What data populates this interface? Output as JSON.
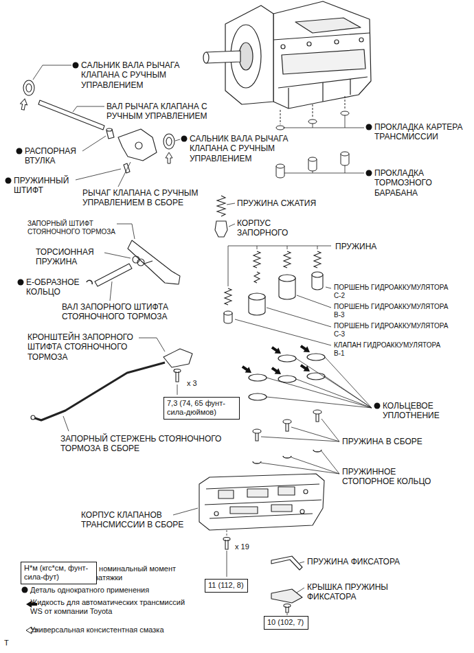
{
  "diagram": {
    "nodes": [
      {
        "text": [
          "7,3 (74, 65 фунт-сила-дюймов)"
        ]
      },
      {
        "text": [
          "Н*м (кгс*см, фунт-сила-фут)"
        ]
      },
      {
        "text": [
          "11 (112, 8)"
        ]
      },
      {
        "text": [
          "10 (102, 7)"
        ]
      }
    ],
    "labels": [
      "САЛЬНИК ВАЛА РЫЧАГА КЛАПАНА С РУЧНЫМ УПРАВЛЕНИЕМ",
      "ВАЛ РЫЧАГА КЛАПАНА С РУЧНЫМ УПРАВЛЕНИЕМ",
      "САЛЬНИК ВАЛА РЫЧАГА КЛАПАНА С РУЧНЫМ УПРАВЛЕНИЕМ",
      "РАСПОРНАЯ ВТУЛКА",
      "ПРУЖИННЫЙ ШТИФТ",
      "РЫЧАГ КЛАПАНА С РУЧНЫМ УПРАВЛЕНИЕМ В СБОРЕ",
      "ПРОКЛАДКА КАРТЕРА ТРАНСМИССИИ",
      "ПРОКЛАДКА ТОРМОЗНОГО БАРАБАНА",
      "ПРУЖИНА СЖАТИЯ",
      "КОРПУС ЗАПОРНОГО",
      "ЗАПОРНЫЙ ШТИФТ СТОЯНОЧНОГО ТОРМОЗА",
      "ТОРСИОННАЯ ПРУЖИНА",
      "Е-ОБРАЗНОЕ КОЛЬЦО",
      "ПРУЖИНА",
      "ПОРШЕНЬ ГИДРОАККУМУЛЯТОРА С-2",
      "ПОРШЕНЬ ГИДРОАККУМУЛЯТОРА В-3",
      "ПОРШЕНЬ ГИДРОАККУМУЛЯТОРА С-3",
      "КЛАПАН ГИДРОАККУМУЛЯТОРА В-1",
      "ВАЛ ЗАПОРНОГО ШТИФТА СТОЯНОЧНОГО ТОРМОЗА",
      "КРОНШТЕЙН ЗАПОРНОГО ШТИФТА СТОЯНОЧНОГО ТОРМОЗА",
      "x 3",
      "КОЛЬЦЕВОЕ УПЛОТНЕНИЕ",
      "ЗАПОРНЫЙ СТЕРЖЕНЬ СТОЯНОЧНОГО ТОРМОЗА В СБОРЕ",
      "ПРУЖИНА В СБОРЕ",
      "ПРУЖИННОЕ СТОПОРНОЕ КОЛЬЦО",
      "КОРПУС КЛАПАНОВ ТРАНСМИССИИ В СБОРЕ",
      "x 19",
      "ПРУЖИНА ФИКСАТОРА",
      "КРЫШКА ПРУЖИНЫ ФИКСАТОРА",
      "T"
    ],
    "legend": [
      {
        "text": ": номинальный момент затяжки"
      },
      {
        "text": "Деталь однократного применения"
      },
      {
        "text": "Жидкость для автоматических трансмиссий WS от компании Toyota"
      },
      {
        "text": "Универсальная консистентная смазка"
      }
    ]
  }
}
